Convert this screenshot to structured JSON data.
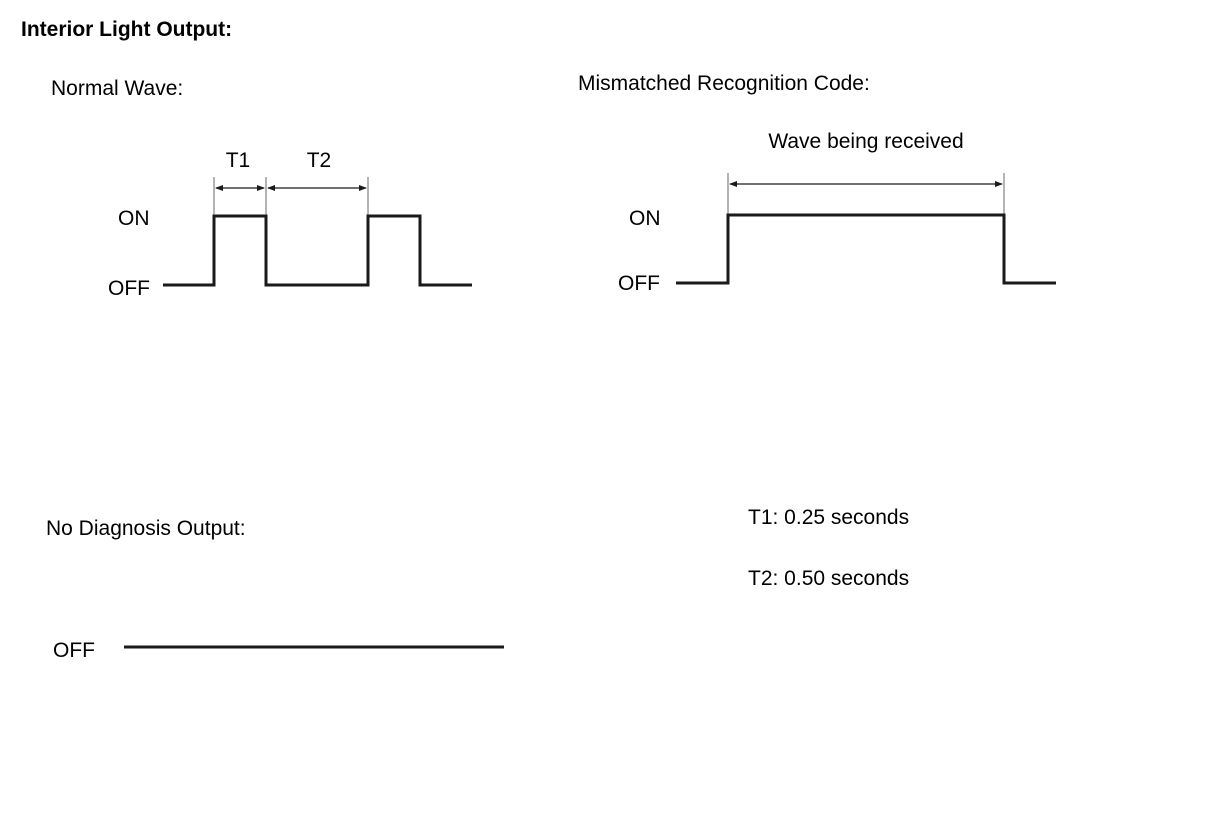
{
  "title": "Interior Light Output:",
  "normal_wave": {
    "heading": "Normal Wave:",
    "on_label": "ON",
    "off_label": "OFF",
    "t1_label": "T1",
    "t2_label": "T2"
  },
  "mismatched": {
    "heading": "Mismatched Recognition Code:",
    "span_label": "Wave being received",
    "on_label": "ON",
    "off_label": "OFF"
  },
  "no_diagnosis": {
    "heading": "No Diagnosis Output:",
    "off_label": "OFF"
  },
  "timing_notes": {
    "t1": "T1: 0.25 seconds",
    "t2": "T2: 0.50 seconds"
  }
}
